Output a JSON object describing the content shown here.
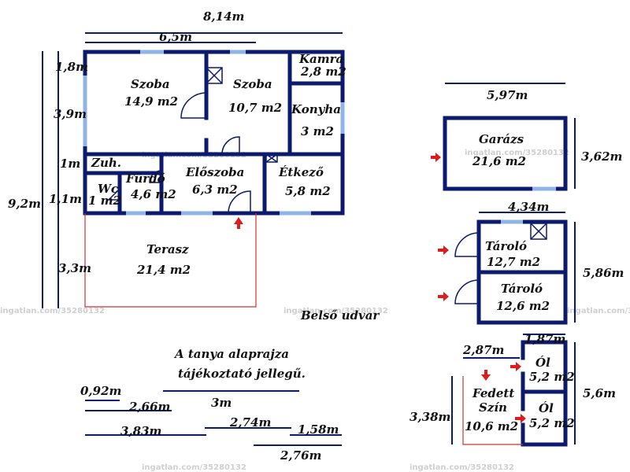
{
  "rooms": {
    "szoba1": {
      "name": "Szoba",
      "area": "14,9 m2"
    },
    "szoba2": {
      "name": "Szoba",
      "area": "10,7 m2"
    },
    "kamra": {
      "name": "Kamra",
      "area": "2,8 m2"
    },
    "konyha": {
      "name": "Konyha",
      "area": "3 m2"
    },
    "zuh": {
      "name": "Zuh."
    },
    "furdo": {
      "name": "Fürdő",
      "area": "4,6 m2"
    },
    "wc": {
      "name": "Wc",
      "area": "1 m2"
    },
    "eloszoba": {
      "name": "Előszoba",
      "area": "6,3 m2"
    },
    "etkezo": {
      "name": "Étkező",
      "area": "5,8 m2"
    },
    "terasz": {
      "name": "Terasz",
      "area": "21,4 m2"
    },
    "garazs": {
      "name": "Garázs",
      "area": "21,6 m2"
    },
    "tarolo1": {
      "name": "Tároló",
      "area": "12,7 m2"
    },
    "tarolo2": {
      "name": "Tároló",
      "area": "12,6 m2"
    },
    "ol1": {
      "name": "Ól",
      "area": "5,2 m2"
    },
    "ol2": {
      "name": "Ól",
      "area": "5,2 m2"
    },
    "fedett": {
      "name": "Fedett",
      "name2": "Szín",
      "area": "10,6 m2"
    }
  },
  "dimensions": {
    "top_total": "8,14m",
    "top_inner": "6,5m",
    "left_total": "9,2m",
    "left_1": "1,8m",
    "left_2": "3,9m",
    "left_3": "1m",
    "left_4": "1,1m",
    "left_5": "3,3m",
    "garage_width": "5,97m",
    "garage_depth": "3,62m",
    "storage_width": "4,34m",
    "storage_depth": "5,86m",
    "pen_width": "1,87m",
    "pen_depth": "5,6m",
    "shed_width": "2,87m",
    "shed_depth": "3,38m",
    "stair_1": "0,92m",
    "stair_2": "2,66m",
    "stair_3": "3m",
    "stair_4": "2,74m",
    "stair_5": "3,83m",
    "stair_6": "1,58m",
    "stair_7": "2,76m"
  },
  "labels": {
    "courtyard": "Belső udvar",
    "note_line1": "A tanya alaprajza",
    "note_line2": "tájékoztató jellegű.",
    "watermark": "ingatlan.com/35280132"
  },
  "colors": {
    "wall": "#0b1a6e",
    "window": "#8fb4e6",
    "terrace": "#cc3333",
    "arrow": "#e01b1b"
  },
  "icons": [
    "chimney-icon",
    "entrance-arrow-icon"
  ]
}
